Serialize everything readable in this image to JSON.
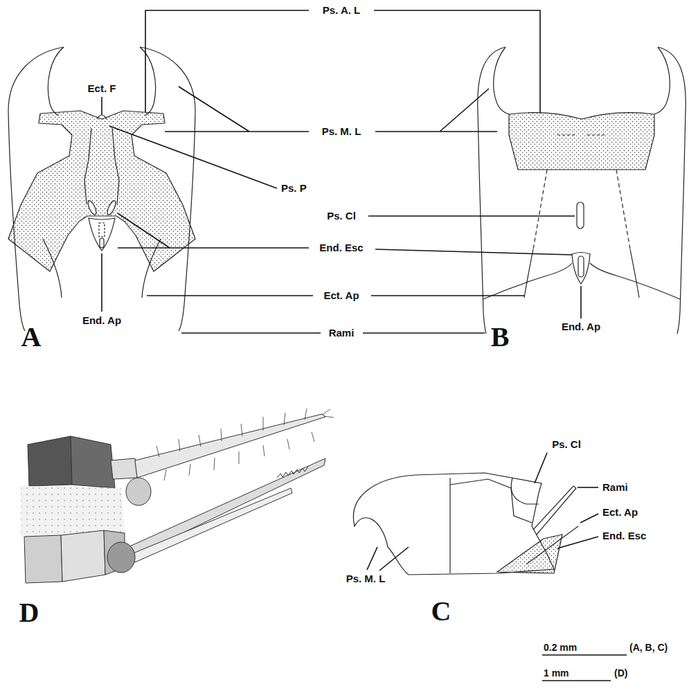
{
  "diagram": {
    "labels": [
      "Ps. A. L",
      "Ect. F",
      "Ps. M. L",
      "Ps. P",
      "Ps. Cl",
      "End. Esc",
      "Ect. Ap",
      "End. Ap",
      "End. Ap",
      "Rami",
      "Ps. Cl",
      "Rami",
      "Ect. Ap",
      "End. Esc",
      "Ps. M. L",
      "A",
      "B",
      "C",
      "D",
      "0.2 mm",
      "(A, B, C)",
      "1 mm",
      "(D)"
    ]
  }
}
